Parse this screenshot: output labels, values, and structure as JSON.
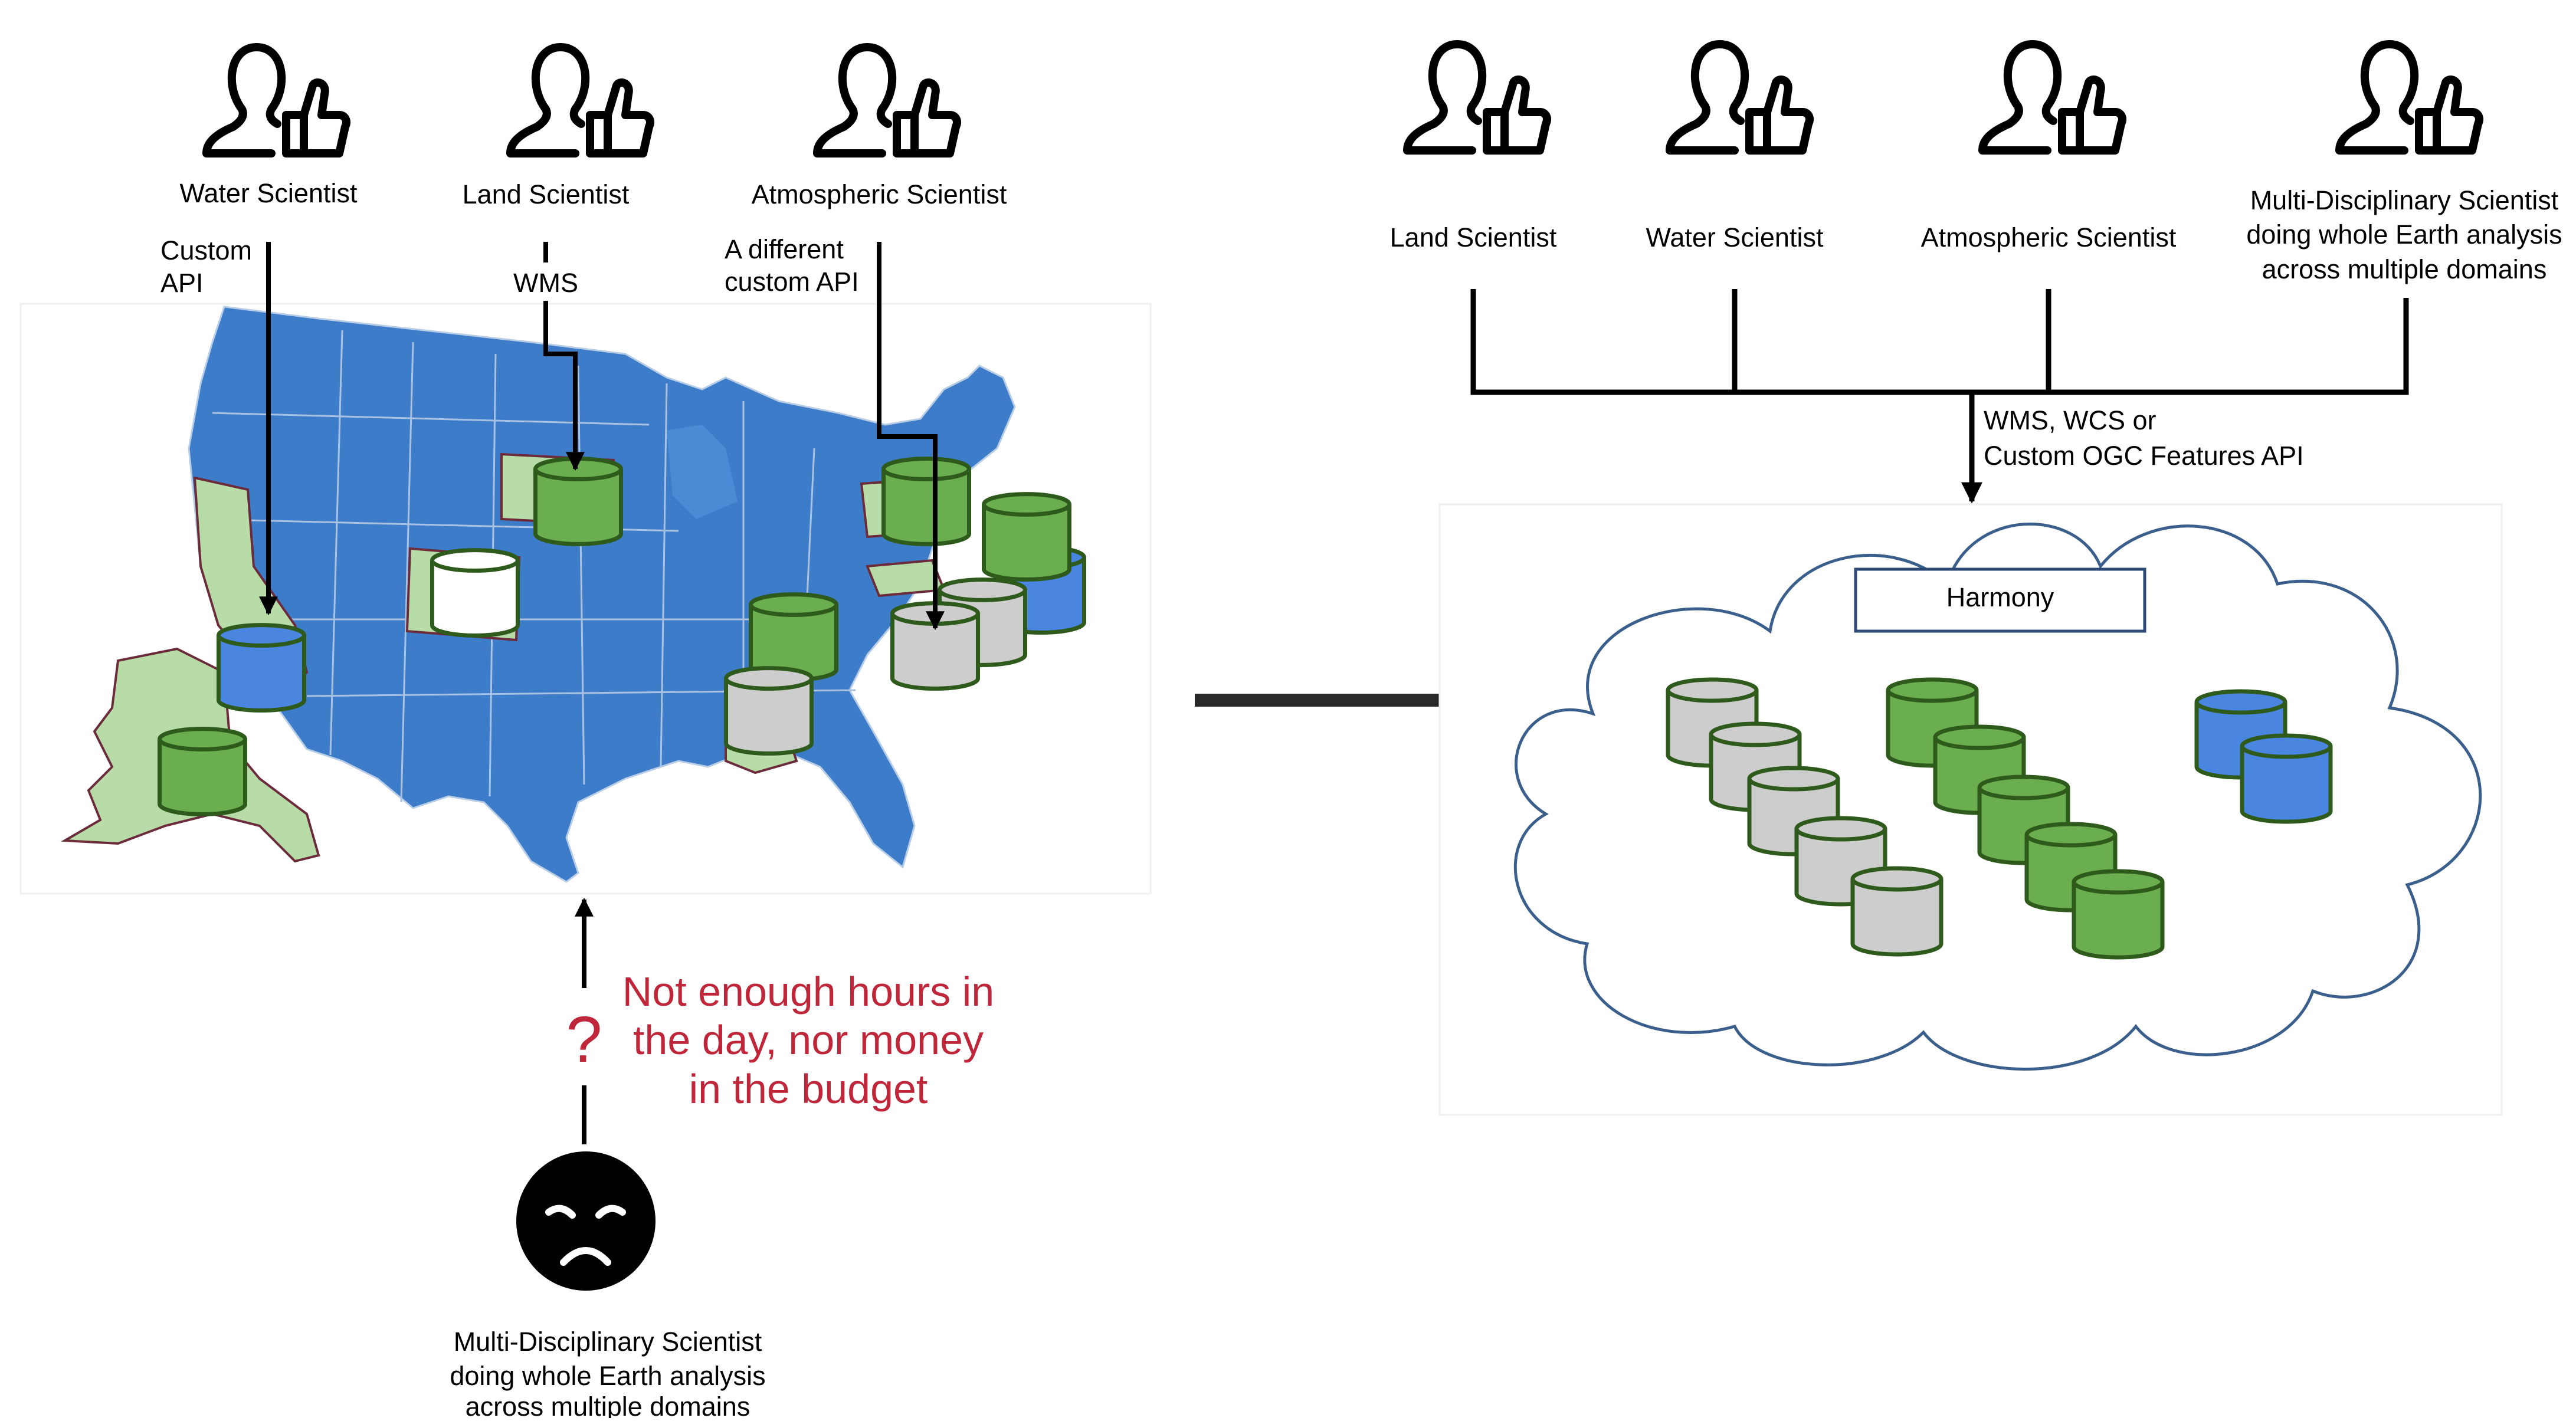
{
  "left_panel": {
    "scientists": [
      {
        "label": "Water Scientist",
        "api_lines": [
          "Custom",
          "API"
        ]
      },
      {
        "label": "Land Scientist",
        "api_lines": [
          "WMS"
        ]
      },
      {
        "label": "Atmospheric Scientist",
        "api_lines": [
          "A different",
          "custom API"
        ]
      }
    ],
    "warning": {
      "mark": "?",
      "lines": [
        "Not enough hours in",
        "the day, nor money",
        "in the budget"
      ]
    },
    "multi_scientist_lines": [
      "Multi-Disciplinary Scientist",
      "doing whole Earth analysis",
      "across multiple domains"
    ]
  },
  "right_panel": {
    "scientists": [
      {
        "label_lines": [
          "Land Scientist"
        ]
      },
      {
        "label_lines": [
          "Water Scientist"
        ]
      },
      {
        "label_lines": [
          "Atmospheric Scientist"
        ]
      },
      {
        "label_lines": [
          "Multi-Disciplinary Scientist",
          "doing whole Earth analysis",
          "across multiple domains"
        ]
      }
    ],
    "api_label_lines": [
      "WMS, WCS or",
      "Custom OGC Features API"
    ],
    "cloud_title": "Harmony"
  },
  "colors": {
    "map_blue": "#3d7cc9",
    "map_highlight": "#b8dca8",
    "db_green": "#6aae4f",
    "db_gray": "#cdcdcd",
    "db_blue": "#4a86e0",
    "db_white": "#ffffff",
    "db_stroke": "#2e5a1c",
    "cloud_stroke": "#3b5f8c",
    "warning_red": "#c0263a"
  },
  "icons": [
    "person-thumbs-up-icon",
    "sad-face-icon",
    "database-icon",
    "cloud-icon",
    "arrow-icon"
  ]
}
